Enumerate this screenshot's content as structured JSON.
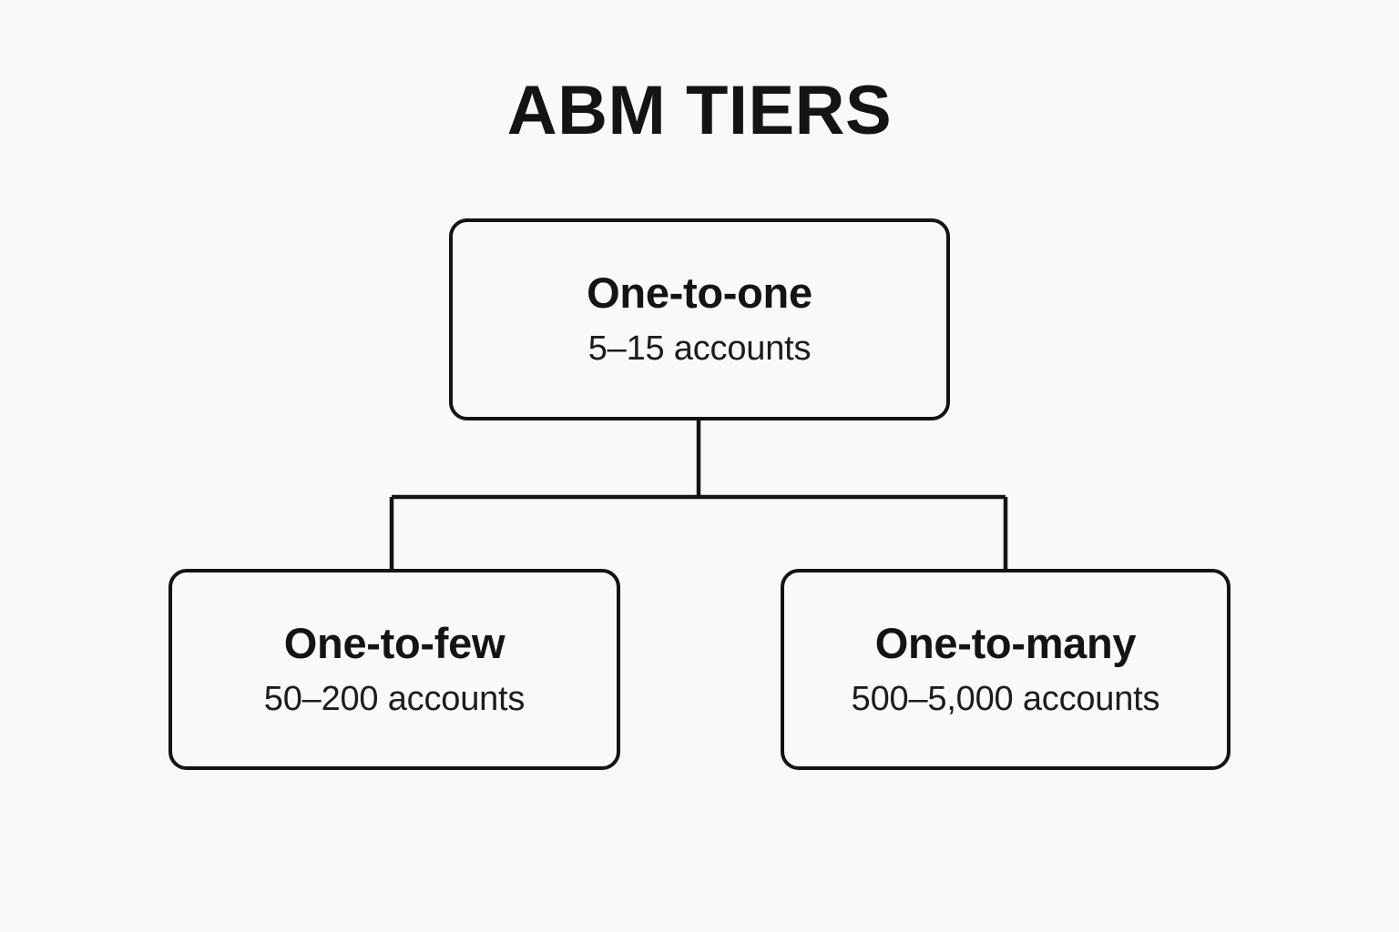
{
  "diagram": {
    "title": "ABM TIERS",
    "type": "hierarchy-tree",
    "background_color": "#fbf9f8",
    "stroke_color": "#141414",
    "text_color": "#141414",
    "root": {
      "label": "One-to-one",
      "detail": "5–15 accounts"
    },
    "children": [
      {
        "label": "One-to-few",
        "detail": "50–200 accounts"
      },
      {
        "label": "One-to-many",
        "detail": "500–5,000 accounts"
      }
    ]
  }
}
